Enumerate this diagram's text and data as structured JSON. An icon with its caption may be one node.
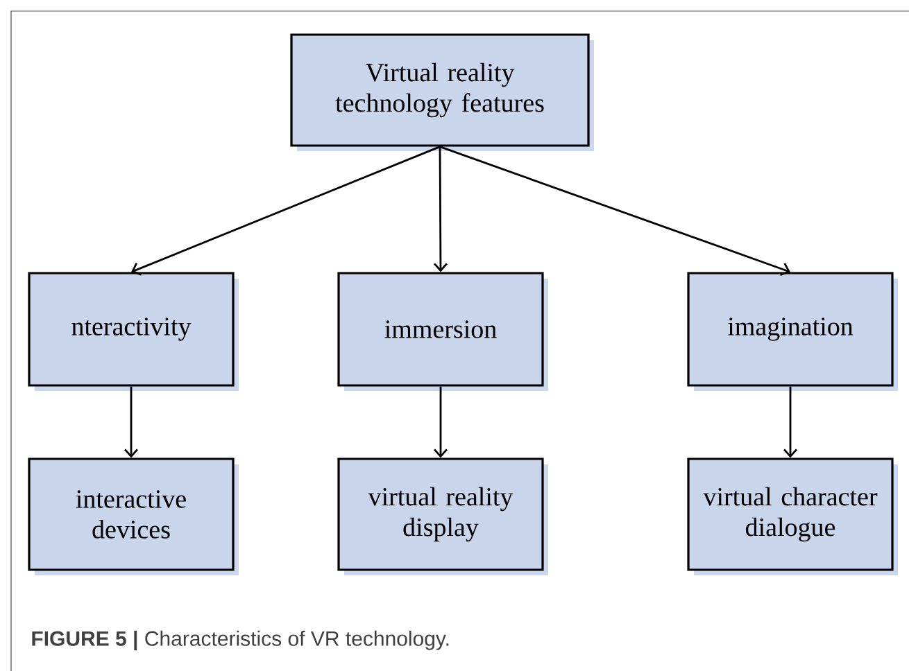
{
  "diagram": {
    "caption": "**FIGURE 5 |** Characteristics of VR technology.",
    "nodes": [
      {
        "text": [
          "Virtual reality technology features"
        ]
      },
      {
        "text": [
          "nteractivity"
        ]
      },
      {
        "text": [
          "immersion"
        ]
      },
      {
        "text": [
          "imagination"
        ]
      },
      {
        "text": [
          "interactive devices"
        ]
      },
      {
        "text": [
          "virtual reality display"
        ]
      },
      {
        "text": [
          "virtual character dialogue"
        ]
      }
    ],
    "edges": [
      {
        "from": 0,
        "to": 1,
        "arrow": "to"
      },
      {
        "from": 0,
        "to": 2,
        "arrow": "to"
      },
      {
        "from": 0,
        "to": 3,
        "arrow": "to"
      },
      {
        "from": 1,
        "to": 4,
        "arrow": "to"
      },
      {
        "from": 2,
        "to": 5,
        "arrow": "to"
      },
      {
        "from": 3,
        "to": 6,
        "arrow": "to"
      }
    ]
  }
}
